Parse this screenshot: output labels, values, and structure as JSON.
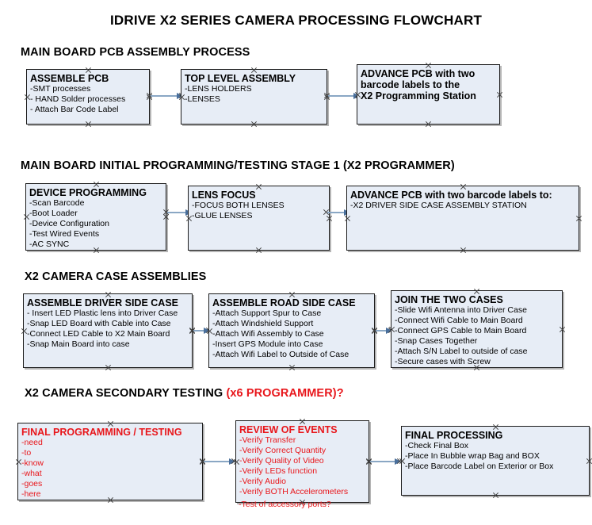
{
  "document": {
    "title": "IDRIVE X2  SERIES CAMERA PROCESSING FLOWCHART"
  },
  "theme": {
    "box_fill": "#e7edf6",
    "box_border": "#1b1b1b",
    "connector": "#8aa7c4",
    "arrow_head": "#4a6f9b",
    "accent_red": "#e8161b",
    "text": "#000000",
    "background": "#ffffff"
  },
  "sections": [
    {
      "heading": "MAIN BOARD PCB ASSEMBLY PROCESS",
      "heading_accent": "",
      "boxes": [
        {
          "title": "ASSEMBLE PCB",
          "lines": [
            "-SMT processes",
            "- HAND Solder processes",
            "- Attach Bar Code Label"
          ],
          "style": "black"
        },
        {
          "title": "TOP LEVEL ASSEMBLY",
          "lines": [
            "-LENS HOLDERS",
            "-LENSES"
          ],
          "style": "black"
        },
        {
          "title": "ADVANCE PCB with two",
          "lines": [
            "barcode labels to the",
            " X2 Programming Station"
          ],
          "style": "black"
        }
      ]
    },
    {
      "heading": "MAIN BOARD INITIAL PROGRAMMING/TESTING STAGE 1 (X2 PROGRAMMER)",
      "heading_accent": "",
      "boxes": [
        {
          "title": "DEVICE PROGRAMMING",
          "lines": [
            "-Scan Barcode",
            "-Boot Loader",
            "-Device Configuration",
            "-Test Wired Events",
            "-AC SYNC"
          ],
          "style": "black"
        },
        {
          "title": "LENS FOCUS",
          "lines": [
            "-FOCUS BOTH LENSES",
            "-GLUE LENSES"
          ],
          "style": "black"
        },
        {
          "title": "ADVANCE PCB with two barcode labels to:",
          "lines": [
            "-X2 DRIVER  SIDE  CASE  ASSEMBLY STATION"
          ],
          "style": "black"
        }
      ]
    },
    {
      "heading": "X2 CAMERA CASE ASSEMBLIES",
      "heading_accent": "",
      "boxes": [
        {
          "title": "ASSEMBLE DRIVER SIDE CASE",
          "lines": [
            "- Insert LED Plastic lens into Driver Case",
            "-Snap LED Board with Cable into Case",
            "-Connect LED Cable to X2 Main Board",
            "-Snap Main Board into case"
          ],
          "style": "black"
        },
        {
          "title": "ASSEMBLE ROAD SIDE CASE",
          "lines": [
            "-Attach Support Spur to Case",
            "-Attach Windshield Support",
            "-Attach Wifi Assembly to Case",
            "-Insert GPS Module into Case",
            "-Attach Wifi Label to Outside of Case"
          ],
          "style": "black"
        },
        {
          "title": "JOIN THE TWO CASES",
          "lines": [
            "-Slide Wifi Antenna into Driver Case",
            "-Connect Wifi Cable to Main Board",
            "-Connect GPS Cable to Main Board",
            "-Snap Cases Together",
            "-Attach S/N Label to outside of case",
            "-Secure cases with Screw"
          ],
          "style": "black"
        }
      ]
    },
    {
      "heading": "X2 CAMERA SECONDARY TESTING ",
      "heading_accent": "(x6 PROGRAMMER)?",
      "boxes": [
        {
          "title": "FINAL PROGRAMMING / TESTING",
          "lines": [
            "-need",
            "-to",
            "-know",
            "-what",
            "-goes",
            "-here"
          ],
          "style": "red"
        },
        {
          "title": "REVIEW OF EVENTS",
          "lines": [
            "-Verify Transfer",
            "-Verify Correct Quantity",
            "-Verify Quality of Video",
            "-Verify LEDs function",
            "-Verify Audio",
            "-Verify BOTH Accelerometers"
          ],
          "overflow_line": "-Test of accessory ports?",
          "style": "red"
        },
        {
          "title": "FINAL PROCESSING",
          "lines": [
            " -Check Final Box",
            "-Place In Bubble wrap Bag and BOX",
            "-Place Barcode Label on Exterior or Box"
          ],
          "style": "black"
        }
      ]
    }
  ]
}
